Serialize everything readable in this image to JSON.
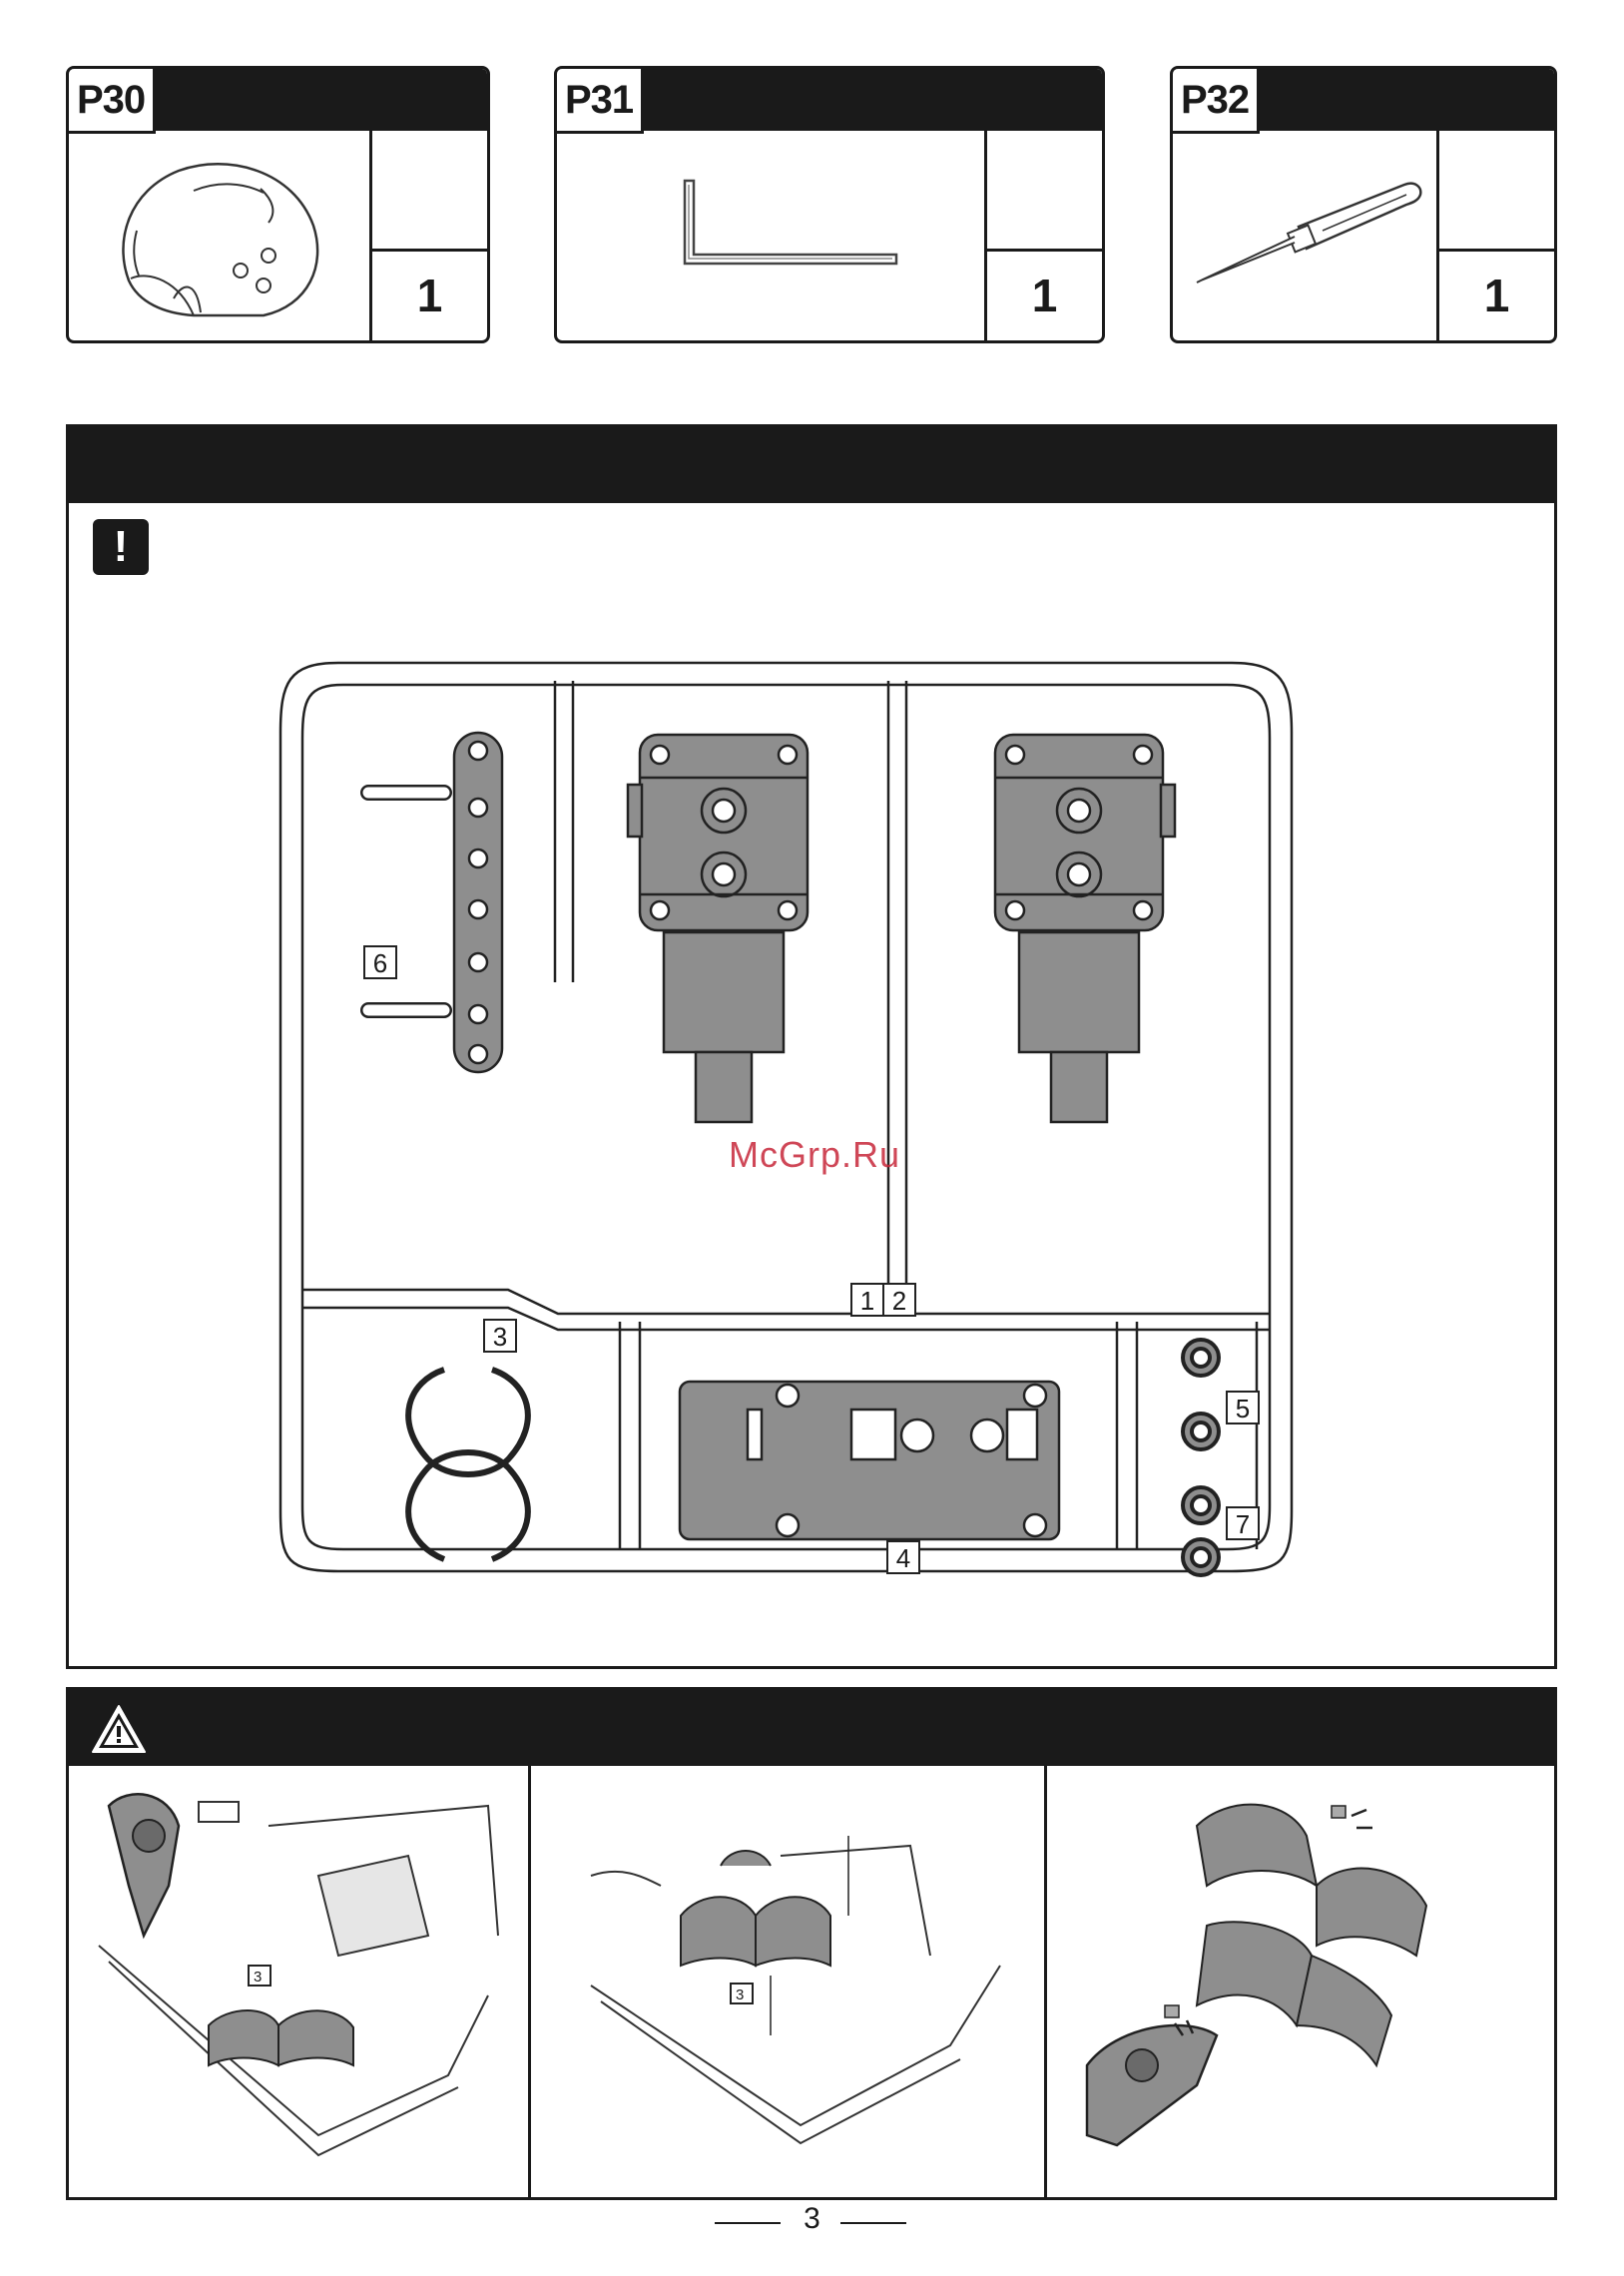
{
  "parts": [
    {
      "id": "P30",
      "qty": "1",
      "icon": "helmet-shell-part-icon"
    },
    {
      "id": "P31",
      "qty": "1",
      "icon": "allen-key-part-icon"
    },
    {
      "id": "P32",
      "qty": "1",
      "icon": "screwdriver-part-icon"
    }
  ],
  "notice": {
    "icon": "exclamation-notice-icon",
    "symbol": "!"
  },
  "sprue": {
    "labels": [
      "6",
      "1",
      "2",
      "3",
      "5",
      "7",
      "4"
    ]
  },
  "warning": {
    "icon": "warning-triangle-icon",
    "step_callouts": [
      "3",
      "3"
    ]
  },
  "watermark": "McGrp.Ru",
  "page": {
    "number": "3"
  },
  "colors": {
    "ink": "#1a1a1a",
    "part_gray": "#8e8e8e",
    "light_gray": "#d9d9d9",
    "watermark": "#c7283a"
  }
}
